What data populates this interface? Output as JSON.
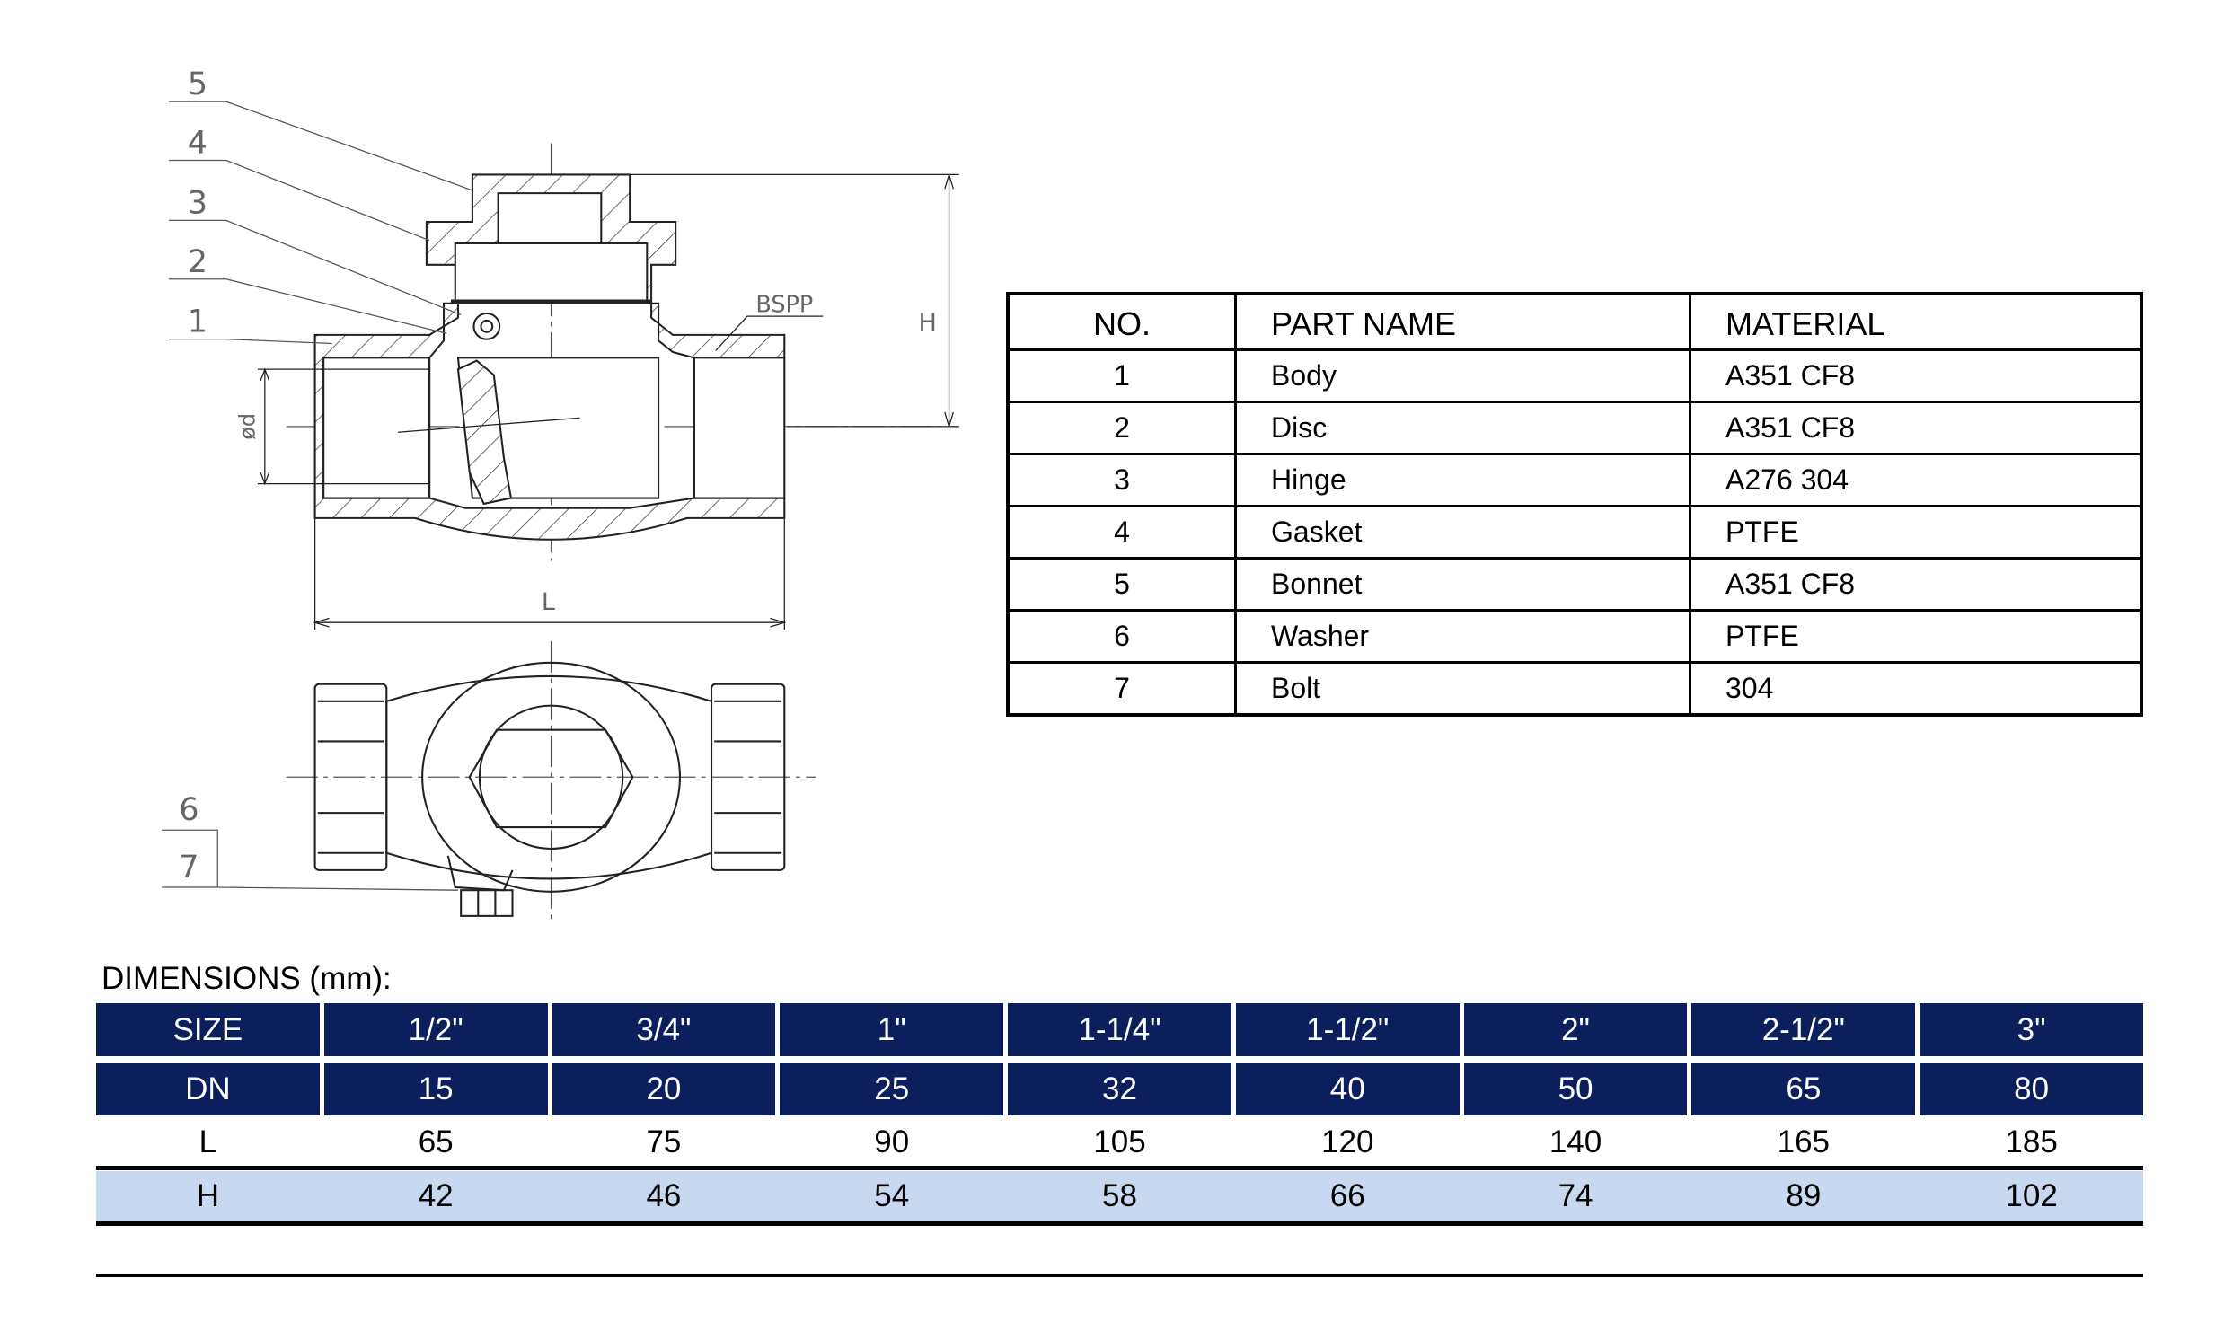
{
  "drawing": {
    "callouts": [
      "5",
      "4",
      "3",
      "2",
      "1",
      "6",
      "7"
    ],
    "labels": {
      "bspp": "BSPP",
      "h": "H",
      "l": "L",
      "d": "ød"
    }
  },
  "parts_table": {
    "headers": [
      "NO.",
      "PART NAME",
      "MATERIAL"
    ],
    "rows": [
      [
        "1",
        "Body",
        "A351 CF8"
      ],
      [
        "2",
        "Disc",
        "A351 CF8"
      ],
      [
        "3",
        "Hinge",
        "A276 304"
      ],
      [
        "4",
        "Gasket",
        "PTFE"
      ],
      [
        "5",
        "Bonnet",
        "A351 CF8"
      ],
      [
        "6",
        "Washer",
        "PTFE"
      ],
      [
        "7",
        "Bolt",
        "304"
      ]
    ]
  },
  "dimensions": {
    "title": "DIMENSIONS (mm):",
    "size": [
      "SIZE",
      "1/2\"",
      "3/4\"",
      "1\"",
      "1-1/4\"",
      "1-1/2\"",
      "2\"",
      "2-1/2\"",
      "3\""
    ],
    "dn": [
      "DN",
      "15",
      "20",
      "25",
      "32",
      "40",
      "50",
      "65",
      "80"
    ],
    "l": [
      "L",
      "65",
      "75",
      "90",
      "105",
      "120",
      "140",
      "165",
      "185"
    ],
    "h": [
      "H",
      "42",
      "46",
      "54",
      "58",
      "66",
      "74",
      "89",
      "102"
    ]
  },
  "colors": {
    "header_blue": "#0a1f5c",
    "highlight_row": "#c6d9f0"
  }
}
